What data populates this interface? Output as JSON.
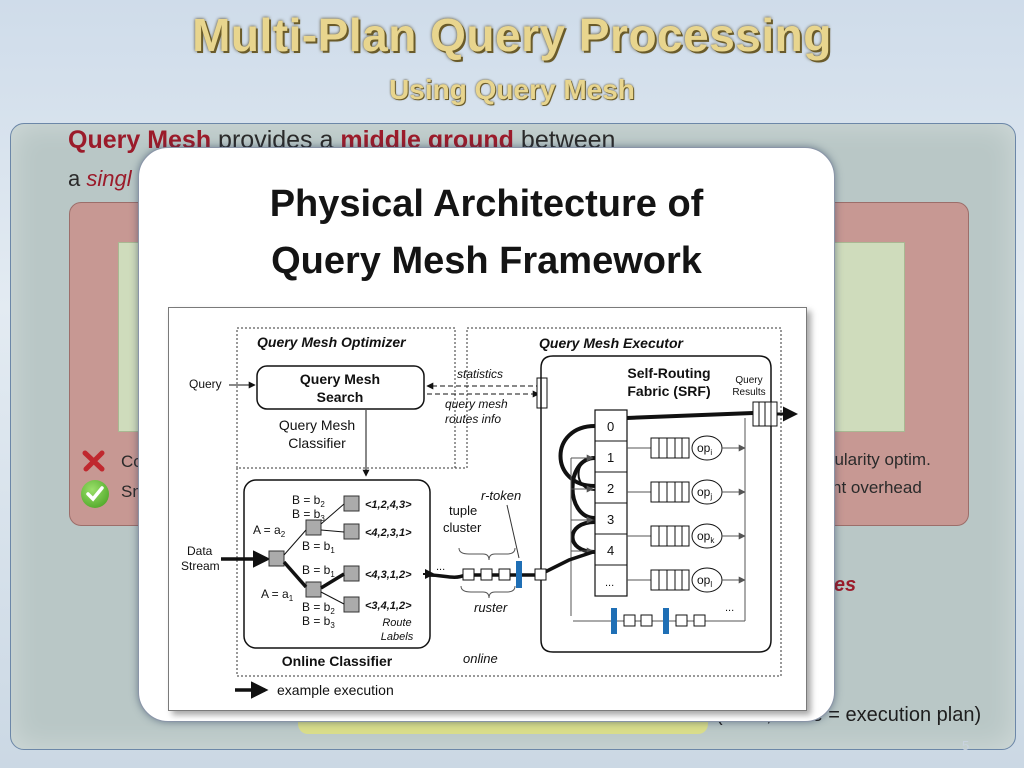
{
  "slide": {
    "title": "Multi-Plan Query Processing",
    "subtitle": "Using  Query Mesh",
    "page_number": "5"
  },
  "background": {
    "line1_hl1": "Query Mesh",
    "line1_mid": " provides a ",
    "line1_hl2": "middle ground",
    "line1_end": " between",
    "line2_pre": "a ",
    "line2_em": "singl",
    "left_item1": "Co",
    "left_item2": "Sn",
    "right_item1": "nularity optim.",
    "right_item2": "nt overhead",
    "routes_em": "utes",
    "bottom_note": "(Here, route = execution plan)"
  },
  "popup": {
    "title": "Physical Architecture of\nQuery Mesh Framework"
  },
  "diagram": {
    "optimizer_label": "Query Mesh Optimizer",
    "executor_label": "Query Mesh Executor",
    "query_label": "Query",
    "qm_search": [
      "Query Mesh",
      "Search"
    ],
    "qm_classifier": [
      "Query Mesh",
      "Classifier"
    ],
    "statistics": "statistics",
    "routes_info": [
      "query mesh",
      "routes info"
    ],
    "srf": [
      "Self-Routing",
      "Fabric (SRF)"
    ],
    "query_results": [
      "Query",
      "Results"
    ],
    "slots": [
      "0",
      "1",
      "2",
      "3",
      "4",
      "..."
    ],
    "ops": [
      "op",
      "op",
      "op",
      "op"
    ],
    "op_subs": [
      "i",
      "j",
      "k",
      "l"
    ],
    "data_stream": [
      "Data",
      "Stream"
    ],
    "conditions": {
      "a2": "A = a",
      "a2_sub": "2",
      "a1": "A = a",
      "a1_sub": "1",
      "b2_top": "B = b",
      "b2_top_sub": "2",
      "b3_top": "B = b",
      "b3_top_sub": "3",
      "b1_mid": "B = b",
      "b1_mid_sub": "1",
      "b1_low": "B = b",
      "b1_low_sub": "1",
      "b2_bot": "B = b",
      "b2_bot_sub": "2",
      "b3_bot": "B = b",
      "b3_bot_sub": "3"
    },
    "route_labels": [
      "<1,2,4,3>",
      "<4,2,3,1>",
      "<4,3,1,2>",
      "<3,4,1,2>"
    ],
    "route_labels_caption": [
      "Route",
      "Labels"
    ],
    "r_token": "r-token",
    "tuple_cluster": [
      "tuple",
      "cluster"
    ],
    "ruster": "ruster",
    "online": "online",
    "online_classifier": "Online Classifier",
    "legend": "example execution",
    "ellipsis": "..."
  }
}
